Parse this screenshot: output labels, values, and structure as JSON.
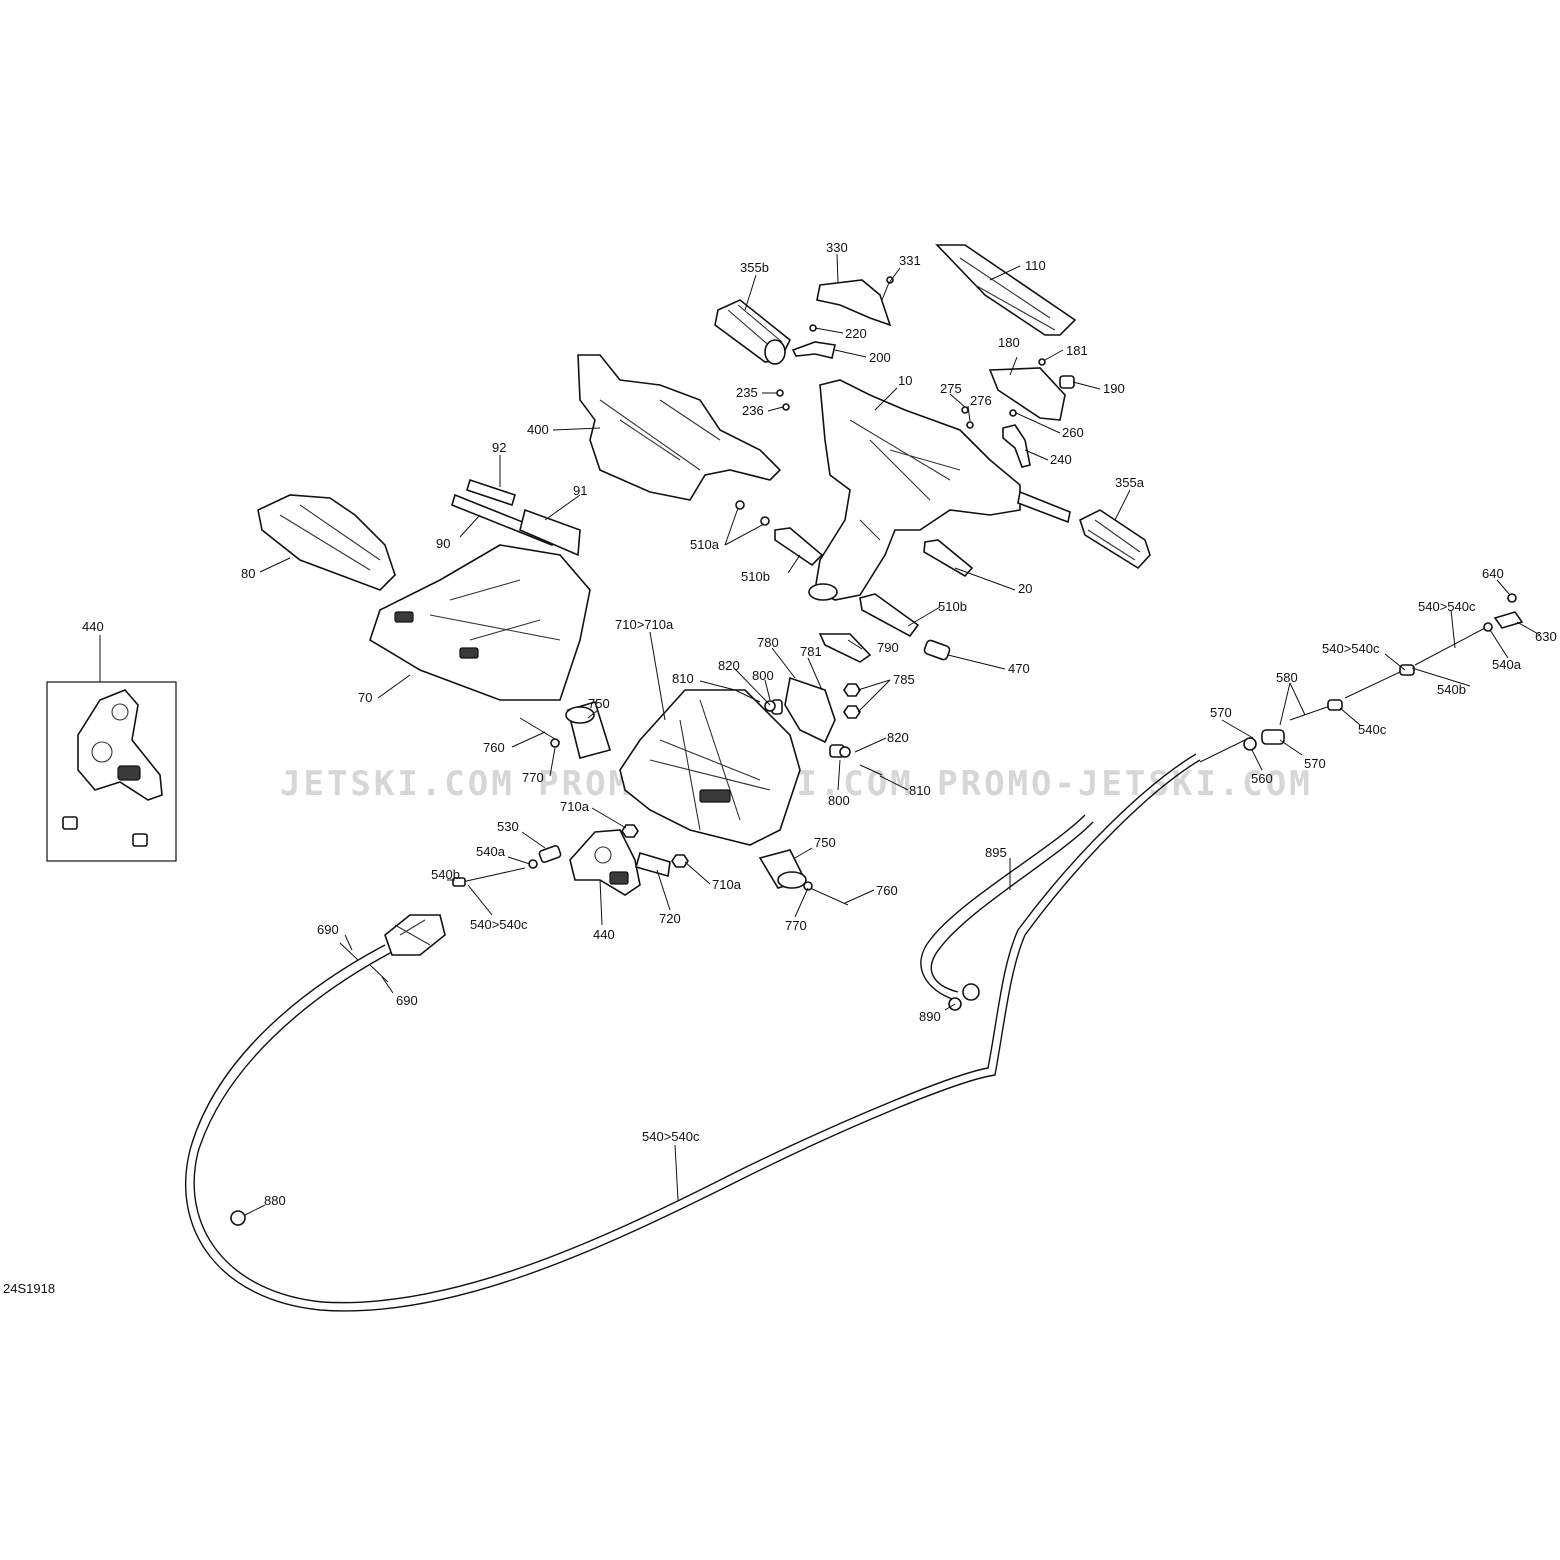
{
  "drawing_code": "24S1918",
  "watermark": "JETSKI.COM   PROMO-JETSKI.COM   PROMO-JETSKI.COM",
  "callouts": [
    {
      "id": "c-330",
      "text": "330"
    },
    {
      "id": "c-331",
      "text": "331"
    },
    {
      "id": "c-110",
      "text": "110"
    },
    {
      "id": "c-355b",
      "text": "355b"
    },
    {
      "id": "c-220",
      "text": "220"
    },
    {
      "id": "c-200",
      "text": "200"
    },
    {
      "id": "c-180",
      "text": "180"
    },
    {
      "id": "c-181",
      "text": "181"
    },
    {
      "id": "c-190",
      "text": "190"
    },
    {
      "id": "c-235",
      "text": "235"
    },
    {
      "id": "c-236",
      "text": "236"
    },
    {
      "id": "c-10",
      "text": "10"
    },
    {
      "id": "c-275",
      "text": "275"
    },
    {
      "id": "c-276",
      "text": "276"
    },
    {
      "id": "c-260",
      "text": "260"
    },
    {
      "id": "c-240",
      "text": "240"
    },
    {
      "id": "c-400",
      "text": "400"
    },
    {
      "id": "c-92",
      "text": "92"
    },
    {
      "id": "c-91",
      "text": "91"
    },
    {
      "id": "c-90",
      "text": "90"
    },
    {
      "id": "c-80",
      "text": "80"
    },
    {
      "id": "c-510a",
      "text": "510a"
    },
    {
      "id": "c-510b-1",
      "text": "510b"
    },
    {
      "id": "c-355a",
      "text": "355a"
    },
    {
      "id": "c-20",
      "text": "20"
    },
    {
      "id": "c-510b-2",
      "text": "510b"
    },
    {
      "id": "c-470",
      "text": "470"
    },
    {
      "id": "c-440-1",
      "text": "440"
    },
    {
      "id": "c-70",
      "text": "70"
    },
    {
      "id": "c-710-710a",
      "text": "710>710a"
    },
    {
      "id": "c-780",
      "text": "780"
    },
    {
      "id": "c-790",
      "text": "790"
    },
    {
      "id": "c-781",
      "text": "781"
    },
    {
      "id": "c-785",
      "text": "785"
    },
    {
      "id": "c-820-1",
      "text": "820"
    },
    {
      "id": "c-810-1",
      "text": "810"
    },
    {
      "id": "c-800-1",
      "text": "800"
    },
    {
      "id": "c-750-1",
      "text": "750"
    },
    {
      "id": "c-760-1",
      "text": "760"
    },
    {
      "id": "c-770-1",
      "text": "770"
    },
    {
      "id": "c-820-2",
      "text": "820"
    },
    {
      "id": "c-810-2",
      "text": "810"
    },
    {
      "id": "c-800-2",
      "text": "800"
    },
    {
      "id": "c-710a-1",
      "text": "710a"
    },
    {
      "id": "c-530",
      "text": "530"
    },
    {
      "id": "c-540a-1",
      "text": "540a"
    },
    {
      "id": "c-540b-1",
      "text": "540b"
    },
    {
      "id": "c-540-540c-1",
      "text": "540>540c"
    },
    {
      "id": "c-440-2",
      "text": "440"
    },
    {
      "id": "c-720",
      "text": "720"
    },
    {
      "id": "c-710a-2",
      "text": "710a"
    },
    {
      "id": "c-750-2",
      "text": "750"
    },
    {
      "id": "c-760-2",
      "text": "760"
    },
    {
      "id": "c-770-2",
      "text": "770"
    },
    {
      "id": "c-690-1",
      "text": "690"
    },
    {
      "id": "c-690-2",
      "text": "690"
    },
    {
      "id": "c-640",
      "text": "640"
    },
    {
      "id": "c-540-540c-2",
      "text": "540>540c"
    },
    {
      "id": "c-630",
      "text": "630"
    },
    {
      "id": "c-540-540c-3",
      "text": "540>540c"
    },
    {
      "id": "c-540a-2",
      "text": "540a"
    },
    {
      "id": "c-540b-2",
      "text": "540b"
    },
    {
      "id": "c-580",
      "text": "580"
    },
    {
      "id": "c-570-1",
      "text": "570"
    },
    {
      "id": "c-540c",
      "text": "540c"
    },
    {
      "id": "c-570-2",
      "text": "570"
    },
    {
      "id": "c-560",
      "text": "560"
    },
    {
      "id": "c-895",
      "text": "895"
    },
    {
      "id": "c-890",
      "text": "890"
    },
    {
      "id": "c-540-540c-4",
      "text": "540>540c"
    },
    {
      "id": "c-880",
      "text": "880"
    }
  ]
}
